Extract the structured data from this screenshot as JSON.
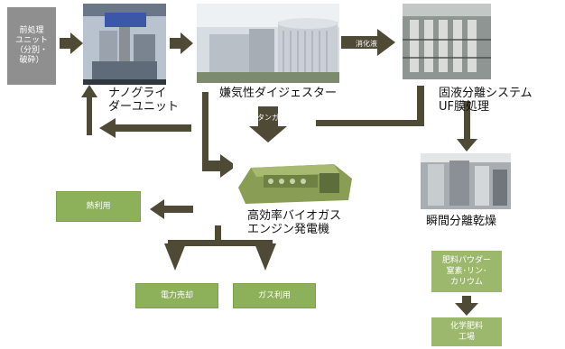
{
  "boxes": {
    "pretreat": "前処理\nユニット\n（分別・\n破砕）",
    "heat_use": "熱利用",
    "power_sale": "電力売却",
    "gas_use": "ガス利用",
    "fert_powder": "肥料パウダー\n窒素･リン･\nカリウム",
    "chem_factory": "化学肥料\n工場"
  },
  "labels": {
    "nano_grinder": "ナノグライ\nダーユニット",
    "digester": "嫌気性ダイジェスター",
    "separation": "固液分離システム\nUF膜処理",
    "generator": "高効率バイオガス\nエンジン発電機",
    "dryer": "瞬間分離乾燥"
  },
  "tags": {
    "digestate": "消化液",
    "methane": "メタンガス"
  },
  "colors": {
    "arrow": "#4e4a35",
    "green_box": "#8cb15a",
    "gray_box": "#8f8f8f"
  }
}
